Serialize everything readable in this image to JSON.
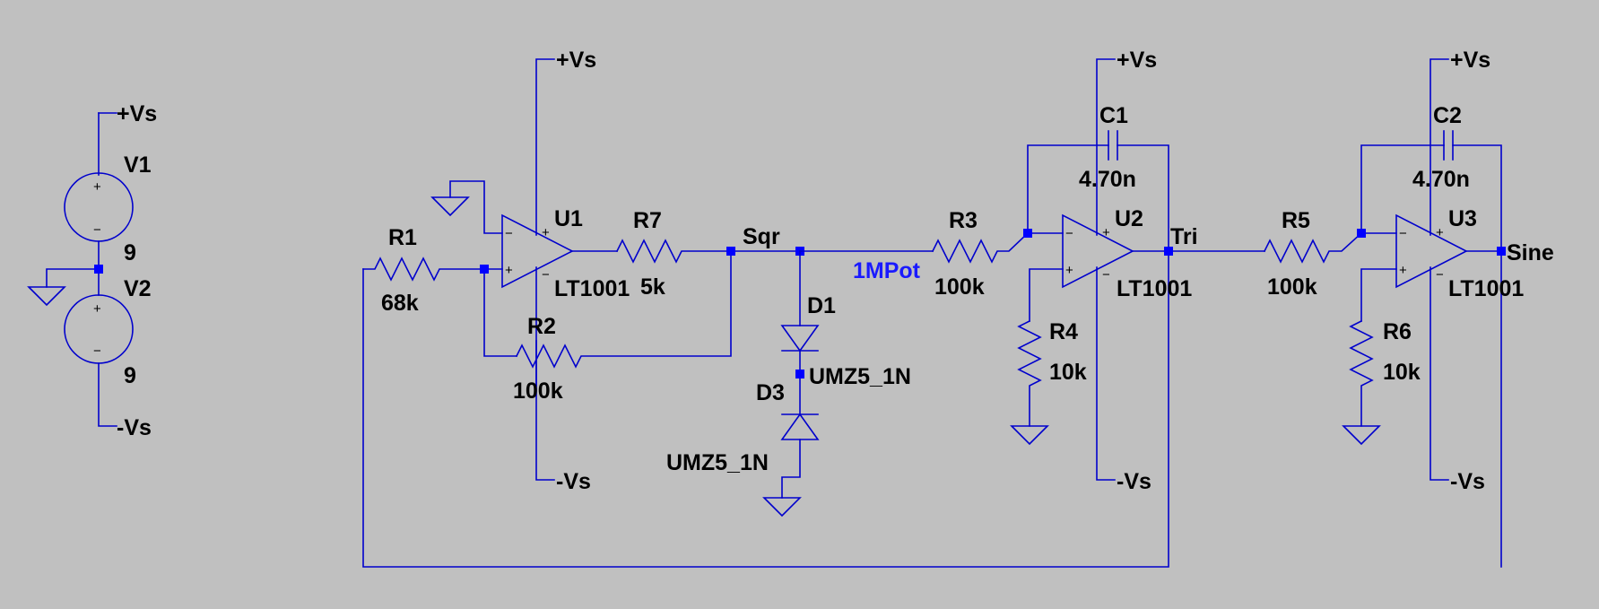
{
  "nets": {
    "vs_pos": "+Vs",
    "vs_neg": "-Vs",
    "sqr": "Sqr",
    "tri": "Tri",
    "sine": "Sine"
  },
  "components": {
    "v1": {
      "ref": "V1",
      "value": "9"
    },
    "v2": {
      "ref": "V2",
      "value": "9"
    },
    "u1": {
      "ref": "U1",
      "value": "LT1001"
    },
    "u2": {
      "ref": "U2",
      "value": "LT1001"
    },
    "u3": {
      "ref": "U3",
      "value": "LT1001"
    },
    "r1": {
      "ref": "R1",
      "value": "68k"
    },
    "r2": {
      "ref": "R2",
      "value": "100k"
    },
    "r3": {
      "ref": "R3",
      "value": "100k"
    },
    "r4": {
      "ref": "R4",
      "value": "10k"
    },
    "r5": {
      "ref": "R5",
      "value": "100k"
    },
    "r6": {
      "ref": "R6",
      "value": "10k"
    },
    "r7": {
      "ref": "R7",
      "value": "5k"
    },
    "c1": {
      "ref": "C1",
      "value": "4.70n"
    },
    "c2": {
      "ref": "C2",
      "value": "4.70n"
    },
    "d1": {
      "ref": "D1",
      "value": "UMZ5_1N"
    },
    "d3": {
      "ref": "D3",
      "value": "UMZ5_1N"
    }
  },
  "annotations": {
    "pot": "1MPot"
  },
  "pin_marks": {
    "plus": "+",
    "minus": "−"
  },
  "colors": {
    "background": "#c0c0c0",
    "wire": "#0000cc",
    "junction": "#0000ff",
    "text": "#000000",
    "annotation": "#1a1aff"
  }
}
